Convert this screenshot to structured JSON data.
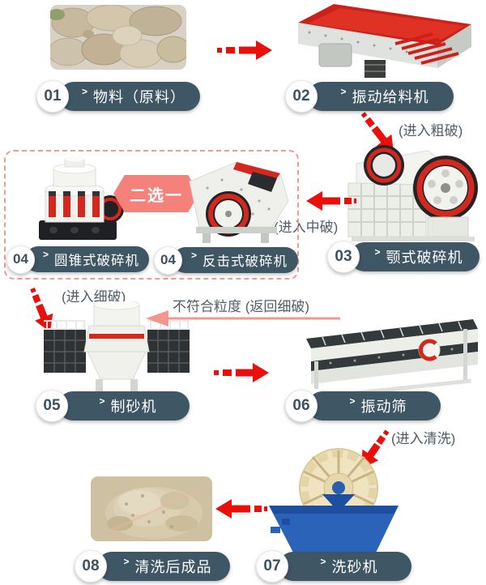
{
  "diagram": {
    "steps": [
      {
        "num": "01",
        "label": "物料（原料）"
      },
      {
        "num": "02",
        "label": "振动给料机"
      },
      {
        "num": "03",
        "label": "颚式破碎机"
      },
      {
        "num": "04",
        "label": "圆锥式破碎机"
      },
      {
        "num": "04",
        "label": "反击式破碎机"
      },
      {
        "num": "05",
        "label": "制砂机"
      },
      {
        "num": "06",
        "label": "振动筛"
      },
      {
        "num": "07",
        "label": "洗砂机"
      },
      {
        "num": "08",
        "label": "清洗后成品"
      }
    ],
    "annotations": {
      "enter_coarse": "(进入粗破)",
      "enter_medium": "(进入中破)",
      "enter_fine": "(进入细破)",
      "enter_wash": "(进入清洗)",
      "return_note": "不符合粒度 (返回细破)",
      "choose_one": "二选一"
    },
    "icons": {
      "chevron": ">"
    },
    "colors": {
      "badge": "#3f5665",
      "arrow_red": "#ea0f0a",
      "pink": "#f4827a",
      "annotation_text": "#4d5c66",
      "dashed_box_border": "#ef9b94",
      "machine_red": "#cc2018",
      "washer_blue": "#2a63b8",
      "wheel_cream": "#f0e4c0"
    }
  }
}
